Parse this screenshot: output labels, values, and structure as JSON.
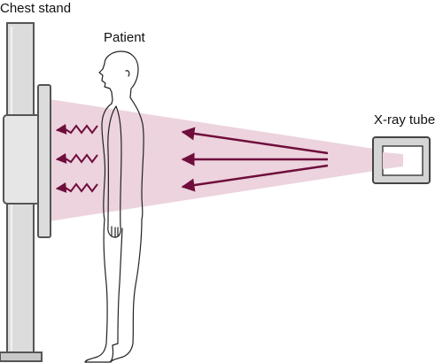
{
  "labels": {
    "chest_stand": "Chest stand",
    "patient": "Patient",
    "xray_tube": "X-ray tube"
  },
  "colors": {
    "beam": "#ecd3de",
    "arrow": "#6f0d3c",
    "stand_fill": "#dcdcdc",
    "stand_stroke": "#555555",
    "outline": "#222222"
  }
}
